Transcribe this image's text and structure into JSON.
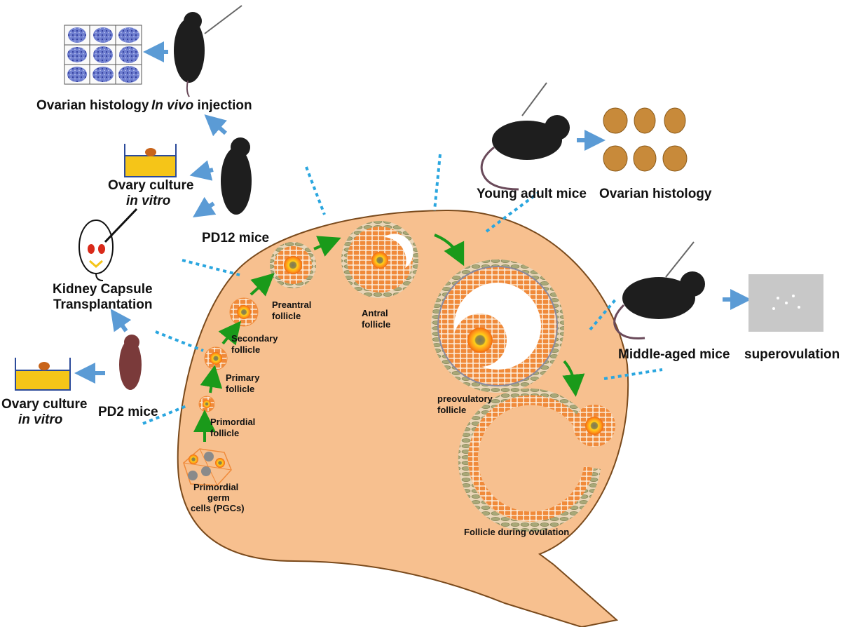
{
  "labels": {
    "ovarian_histology_top": "Ovarian histology",
    "in_vivo_em": "In vivo",
    "injection": " injection",
    "ovary_culture_1": "Ovary culture",
    "in_vitro_1": "in vitro",
    "pd12_mice": "PD12 mice",
    "kidney_capsule_1": "Kidney Capsule",
    "kidney_capsule_2": "Transplantation",
    "ovary_culture_2": "Ovary culture",
    "in_vitro_2": "in vitro",
    "pd2_mice": "PD2 mice",
    "young_adult_mice": "Young adult mice",
    "ovarian_histology_right": "Ovarian histology",
    "middle_aged_mice": "Middle-aged mice",
    "superovulation": "superovulation"
  },
  "stages": {
    "pgc_1": "Primordial",
    "pgc_2": "germ",
    "pgc_3": "cells (PGCs)",
    "primordial_1": "Primordial",
    "primordial_2": "follicle",
    "primary_1": "Primary",
    "primary_2": "follicle",
    "secondary_1": "Secondary",
    "secondary_2": "follicle",
    "preantral_1": "Preantral",
    "preantral_2": "follicle",
    "antral_1": "Antral",
    "antral_2": "follicle",
    "preovulatory_1": "preovulatory",
    "preovulatory_2": "follicle",
    "ovulation": "Follicle during ovulation"
  },
  "colors": {
    "ovary_fill": "#f7c08f",
    "ovary_stroke": "#7a4a1c",
    "granulosa": "#f08a3a",
    "oocyte_yellow": "#ffd21a",
    "nucleus": "#7a7a5a",
    "stage_arrow": "#1a9a1a",
    "model_arrow": "#5b9bd5",
    "dotted_line": "#2aa6df",
    "mouse": "#1e1e1e",
    "culture_medium": "#f5c518"
  }
}
